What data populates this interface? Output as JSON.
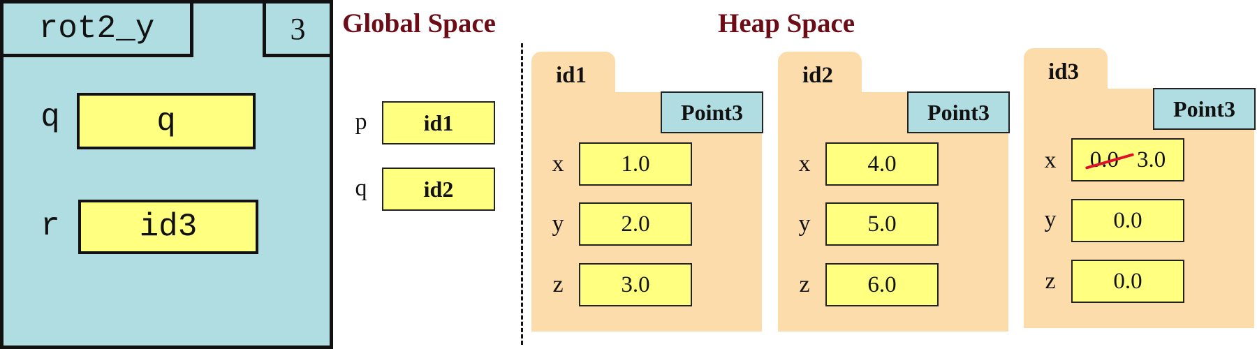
{
  "frame": {
    "name": "rot2_y",
    "line": "3",
    "vars": [
      {
        "name": "q",
        "value": "q"
      },
      {
        "name": "r",
        "value": "id3"
      }
    ]
  },
  "global": {
    "title": "Global Space",
    "vars": [
      {
        "name": "p",
        "value": "id1"
      },
      {
        "name": "q",
        "value": "id2"
      }
    ]
  },
  "heap": {
    "title": "Heap Space",
    "objects": [
      {
        "id": "id1",
        "class": "Point3",
        "fields": [
          {
            "name": "x",
            "value": "1.0"
          },
          {
            "name": "y",
            "value": "2.0"
          },
          {
            "name": "z",
            "value": "3.0"
          }
        ]
      },
      {
        "id": "id2",
        "class": "Point3",
        "fields": [
          {
            "name": "x",
            "value": "4.0"
          },
          {
            "name": "y",
            "value": "5.0"
          },
          {
            "name": "z",
            "value": "6.0"
          }
        ]
      },
      {
        "id": "id3",
        "class": "Point3",
        "fields": [
          {
            "name": "x",
            "old_value": "0.0",
            "value": "3.0"
          },
          {
            "name": "y",
            "value": "0.0"
          },
          {
            "name": "z",
            "value": "0.0"
          }
        ]
      }
    ]
  },
  "colors": {
    "frame": "#b0dde1",
    "value_box": "#ffff80",
    "folder": "#fcdcab",
    "heading": "#6b0c16",
    "strike": "#e0102a"
  }
}
